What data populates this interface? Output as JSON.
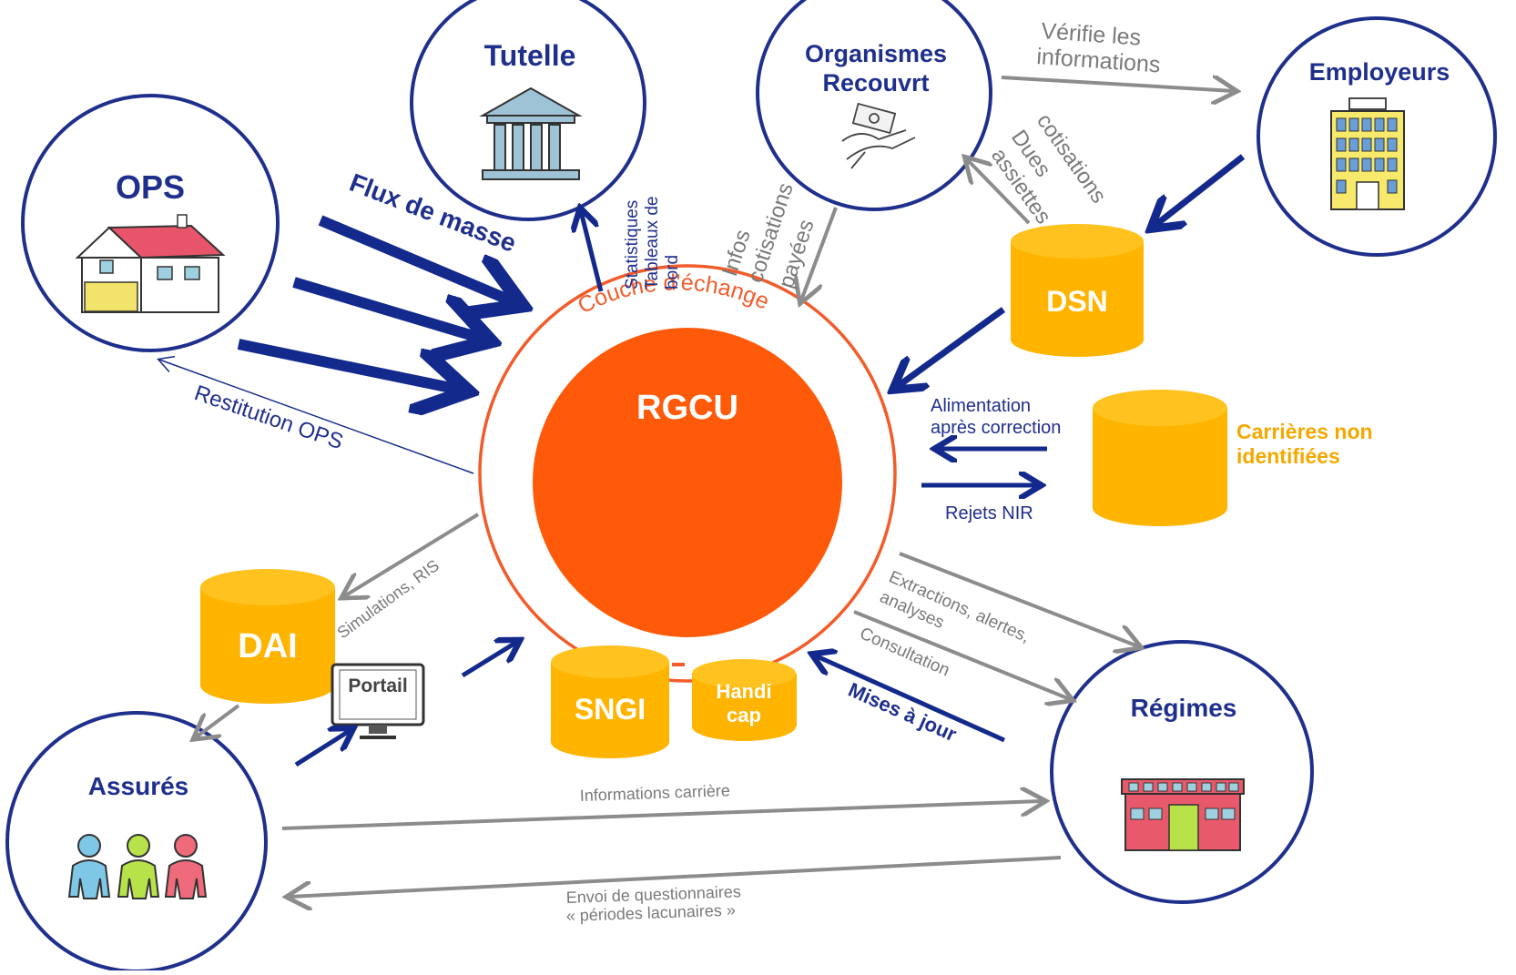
{
  "colors": {
    "navy": "#1f2f8c",
    "arrow_blue": "#13298c",
    "arrow_gray": "#8c8c8c",
    "orange": "#ff5a0a",
    "orange_ring": "#f25c2b",
    "db_yellow": "#ffb400",
    "db_yellow_top": "#ffc21f",
    "label_gray": "#7a7a7a",
    "yellow_text": "#f5a800"
  },
  "nodes": {
    "tutelle": {
      "label": "Tutelle",
      "icon": "bank-building-icon"
    },
    "organismes": {
      "label_line1": "Organismes",
      "label_line2": "Recouvrt",
      "icon": "money-handshake-icon"
    },
    "employeurs": {
      "label": "Employeurs",
      "icon": "office-building-icon"
    },
    "ops": {
      "label": "OPS",
      "icon": "house-icon"
    },
    "assures": {
      "label": "Assurés",
      "icon": "people-group-icon"
    },
    "regimes": {
      "label": "Régimes",
      "icon": "institution-building-icon"
    }
  },
  "core": {
    "ring_label": "Couche d'échange",
    "label": "RGCU"
  },
  "databases": {
    "dsn": {
      "label": "DSN"
    },
    "dai": {
      "label": "DAI"
    },
    "sngi": {
      "label": "SNGI"
    },
    "handicap": {
      "label_line1": "Handi",
      "label_line2": "cap"
    },
    "carrieres": {
      "label": "",
      "side_line1": "Carrières non",
      "side_line2": "identifiées"
    }
  },
  "portail": {
    "label": "Portail",
    "icon": "monitor-icon"
  },
  "flows": {
    "flux_masse": "Flux de masse",
    "restitution_ops": "Restitution OPS",
    "stats_line1": "Statistiques",
    "stats_line2": "Tableaux de",
    "stats_line3": "bord",
    "infos_line1": "Infos",
    "infos_line2": "cotisations",
    "infos_line3": "payées",
    "verifie_line1": "Vérifie les",
    "verifie_line2": "informations",
    "cotis_line1": "cotisations",
    "cotis_line2": "Dues",
    "cotis_line3": "assiettes",
    "alimentation_line1": "Alimentation",
    "alimentation_line2": "après correction",
    "rejets_nir": "Rejets NIR",
    "simulations_ris": "Simulations, RIS",
    "extractions_line1": "Extractions, alertes,",
    "extractions_line2": "analyses",
    "consultation": "Consultation",
    "mises_a_jour": "Mises à jour",
    "infos_carriere": "Informations carrière",
    "envoi_line1": "Envoi de questionnaires",
    "envoi_line2": "« périodes lacunaires »"
  }
}
